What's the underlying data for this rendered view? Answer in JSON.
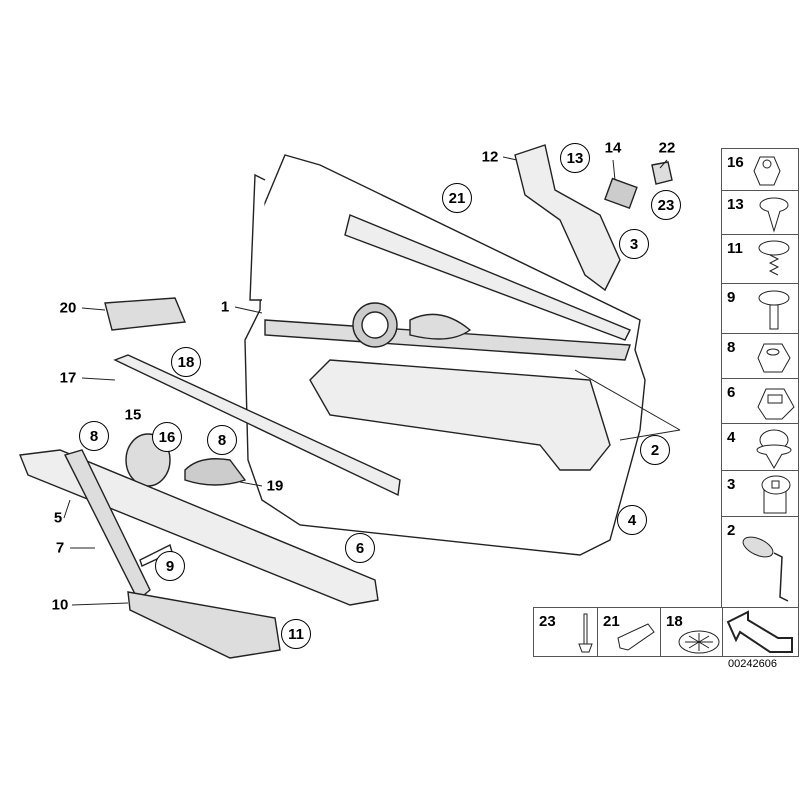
{
  "diagram": {
    "plain_labels": [
      "12",
      "14",
      "22",
      "1",
      "20",
      "17",
      "15",
      "19",
      "5",
      "7",
      "10"
    ],
    "circled_labels": [
      "13",
      "21",
      "23",
      "3",
      "18",
      "8",
      "16",
      "8",
      "2",
      "4",
      "6",
      "9",
      "11"
    ],
    "legend_column": [
      "16",
      "13",
      "11",
      "9",
      "8",
      "6",
      "4",
      "3",
      "2"
    ],
    "legend_bottom_row": [
      "23",
      "21",
      "18"
    ],
    "document_id": "00242606"
  }
}
